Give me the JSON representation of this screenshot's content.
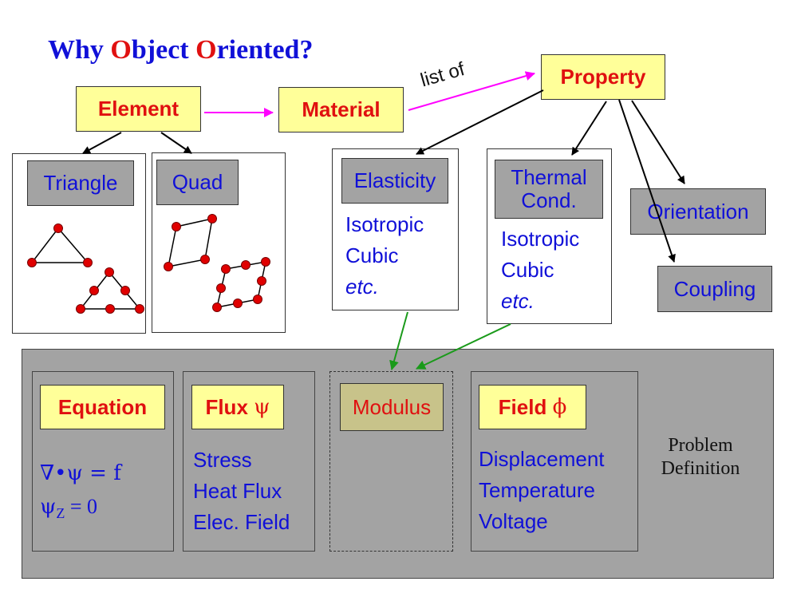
{
  "title": {
    "part1": "Why ",
    "o1": "O",
    "part2": "bject ",
    "o2": "O",
    "part3": "riented?"
  },
  "classes": {
    "element": "Element",
    "material": "Material",
    "property": "Property"
  },
  "edge_label": "list of",
  "elements": {
    "triangle": "Triangle",
    "quad": "Quad"
  },
  "properties": {
    "elasticity": {
      "label": "Elasticity",
      "items": [
        "Isotropic",
        "Cubic",
        "etc."
      ]
    },
    "thermal": {
      "label_line1": "Thermal",
      "label_line2": "Cond.",
      "items": [
        "Isotropic",
        "Cubic",
        "etc."
      ]
    },
    "orientation": "Orientation",
    "coupling": "Coupling"
  },
  "problem": {
    "equation": {
      "label": "Equation",
      "eq1": "∇•ψ = f",
      "eq2_base": "ψ",
      "eq2_sub": "Z",
      "eq2_rest": " = 0"
    },
    "flux": {
      "label": "Flux",
      "symbol": "ψ",
      "items": [
        "Stress",
        "Heat Flux",
        "Elec. Field"
      ]
    },
    "modulus": "Modulus",
    "field": {
      "label": "Field",
      "symbol": "ϕ",
      "items": [
        "Displacement",
        "Temperature",
        "Voltage"
      ]
    },
    "definition_line1": "Problem",
    "definition_line2": "Definition"
  },
  "colors": {
    "title_blue": "#1010d8",
    "class_red": "#e01010",
    "highlight_yellow": "#ffff99",
    "gray": "#a3a3a3",
    "arrow_magenta": "#ff00ff",
    "arrow_green": "#1a9a1a",
    "node_red": "#e00000"
  }
}
